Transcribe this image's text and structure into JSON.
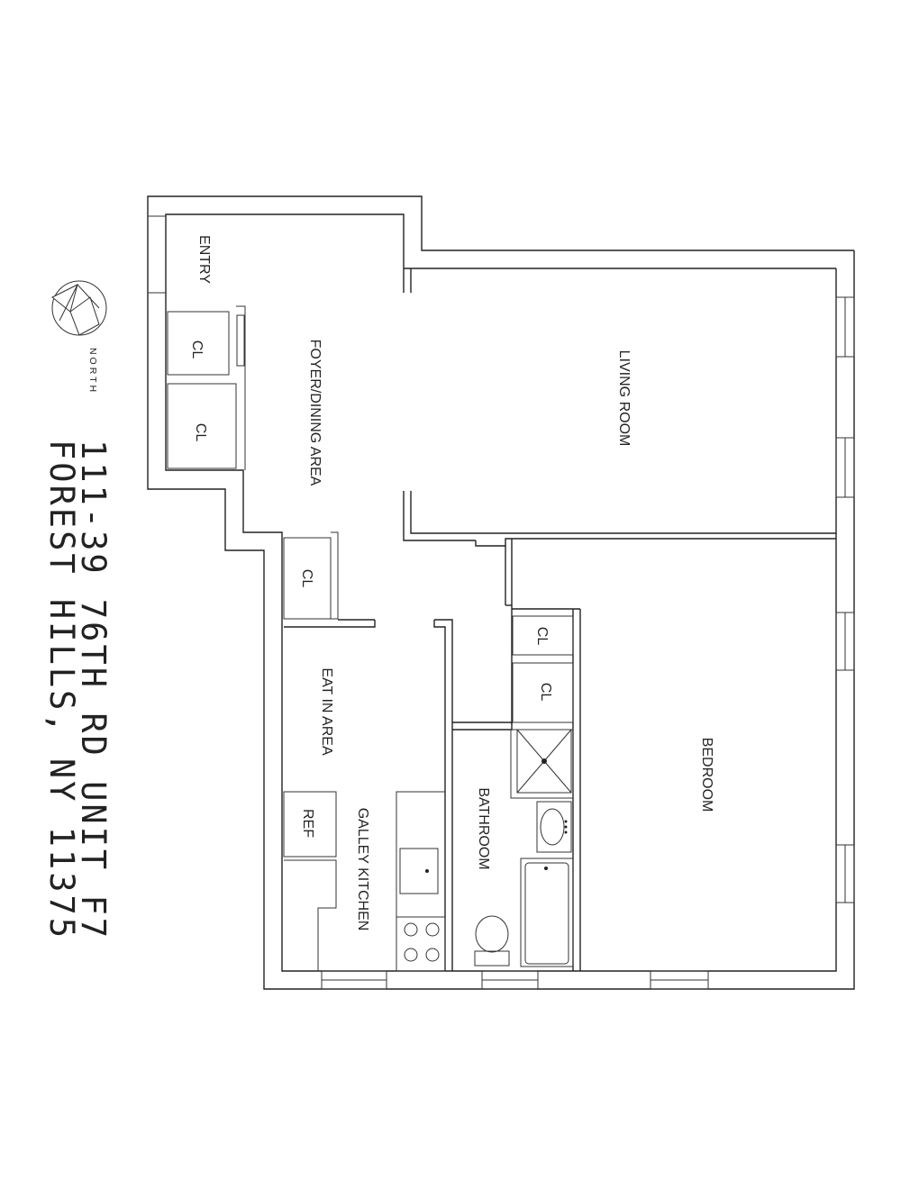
{
  "address": {
    "line1": "111-39 76TH RD UNIT F7",
    "line2": "FOREST HILLS, NY 11375"
  },
  "compass": {
    "label": "NORTH",
    "icon": "north-compass-icon"
  },
  "rooms": {
    "entry": "ENTRY",
    "foyer": "FOYER/DINING AREA",
    "living": "LIVING ROOM",
    "bedroom": "BEDROOM",
    "eat_in": "EAT IN AREA",
    "kitchen": "GALLEY KITCHEN",
    "bathroom": "BATHROOM"
  },
  "fixtures": {
    "closet": "CL",
    "refrigerator": "REF"
  }
}
